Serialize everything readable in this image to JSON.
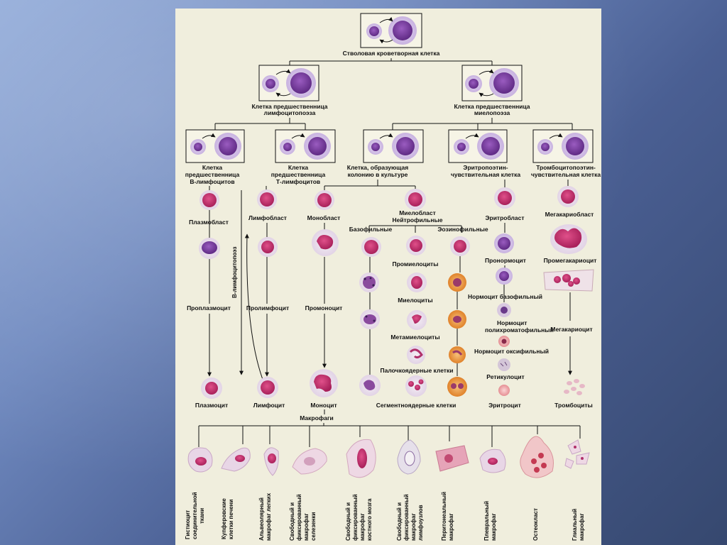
{
  "title": "",
  "labels": {
    "stem": "Стволовая кроветворная клетка",
    "lymph_prog_1": "Клетка предшественница",
    "lymph_prog_2": "лимфоцитопоэза",
    "myelo_prog_1": "Клетка предшественница",
    "myelo_prog_2": "миелопоэза",
    "b_prog_1": "Клетка",
    "b_prog_2": "предшественница",
    "b_prog_3": "В-лимфоцитов",
    "t_prog_1": "Клетка",
    "t_prog_2": "предшественница",
    "t_prog_3": "Т-лимфоцитов",
    "cfu_1": "Клетка, образующая",
    "cfu_2": "колонию в культуре",
    "epo_1": "Эритропоэтин-",
    "epo_2": "чувствительная клетка",
    "tpo_1": "Тромбоцитопоэтин-",
    "tpo_2": "чувствительная клетка",
    "b_lymphopoiesis": "В-лимфоцитопоэз",
    "plasmoblast": "Плазмобласт",
    "proplasmocyte": "Проплазмоцит",
    "plasmocyte": "Плазмоцит",
    "lymphoblast": "Лимфобласт",
    "prolymphocyte": "Пролимфоцит",
    "lymphocyte": "Лимфоцит",
    "monoblast": "Монобласт",
    "promonocyte": "Промоноцит",
    "monocyte": "Моноцит",
    "myeloblast": "Миелобласт",
    "neutrophilic": "Нейтрофильные",
    "basophilic": "Базофильные",
    "eosinophilic": "Эозинофильные",
    "promyelocytes": "Промиелоциты",
    "myelocytes": "Миелоциты",
    "metamyelocytes": "Метамиелоциты",
    "band_cells": "Палочкоядерные клетки",
    "segmented_cells": "Сегментноядерные клетки",
    "erythroblast": "Эритробласт",
    "pronormocyte": "Пронормоцит",
    "normocyte_baso": "Нормоцит базофильный",
    "normocyte_poly_1": "Нормоцит",
    "normocyte_poly_2": "полихроматофильный",
    "normocyte_oxy": "Нормоцит оксифильный",
    "reticulocyte": "Ретикулоцит",
    "erythrocyte": "Эритроцит",
    "megakaryoblast": "Мегакариобласт",
    "promegakaryocyte": "Промегакариоцит",
    "megakaryocyte": "Мегакариоцит",
    "thrombocytes": "Тромбоциты",
    "macrophages": "Макрофаги"
  },
  "macrophages": [
    {
      "l1": "Гистиоцит",
      "l2": "соединительной",
      "l3": "ткани"
    },
    {
      "l1": "Купферовские",
      "l2": "клетки печени",
      "l3": ""
    },
    {
      "l1": "Альвеолярный",
      "l2": "макрофаг легких",
      "l3": ""
    },
    {
      "l1": "Свободный и",
      "l2": "фиксированный",
      "l3": "макрофаг",
      "l4": "селезенки"
    },
    {
      "l1": "Свободный и",
      "l2": "фиксированный",
      "l3": "макрофаг",
      "l4": "костного мозга"
    },
    {
      "l1": "Свободный и",
      "l2": "фиксированный",
      "l3": "макрофаг",
      "l4": "лимфоузлов"
    },
    {
      "l1": "Перитонеальный",
      "l2": "макрофаг",
      "l3": ""
    },
    {
      "l1": "Плевральный",
      "l2": "макрофаг",
      "l3": ""
    },
    {
      "l1": "Остеокласт",
      "l2": "",
      "l3": ""
    },
    {
      "l1": "Глиальный",
      "l2": "макрофаг",
      "l3": ""
    }
  ],
  "colors": {
    "panel": "#f0eedd",
    "nucleus": "#7a3f9a",
    "cytoplasm": "#d9c7ea",
    "cytoplasm_pale": "#e6d8ee",
    "blast_nucleus": "#c0306a",
    "eosin_granule": "#e58a2a",
    "rbc": "#f2a7a7"
  }
}
